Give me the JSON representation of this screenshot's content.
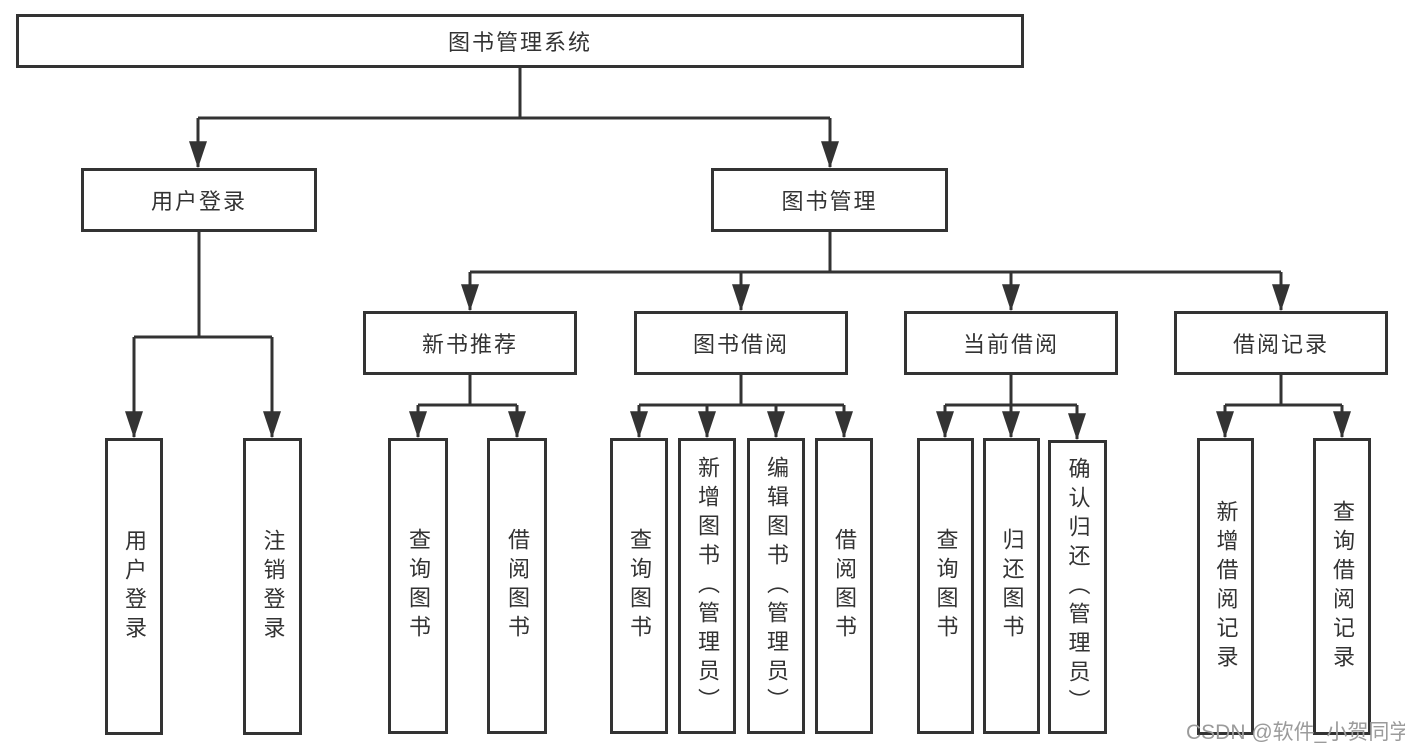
{
  "diagram": {
    "tree": {
      "label": "图书管理系统",
      "children": [
        {
          "label": "用户登录",
          "children": [
            {
              "label": "用户登录"
            },
            {
              "label": "注销登录"
            }
          ]
        },
        {
          "label": "图书管理",
          "children": [
            {
              "label": "新书推荐",
              "children": [
                {
                  "label": "查询图书"
                },
                {
                  "label": "借阅图书"
                }
              ]
            },
            {
              "label": "图书借阅",
              "children": [
                {
                  "label": "查询图书"
                },
                {
                  "label": "新增图书（管理员）"
                },
                {
                  "label": "编辑图书（管理员）"
                },
                {
                  "label": "借阅图书"
                }
              ]
            },
            {
              "label": "当前借阅",
              "children": [
                {
                  "label": "查询图书"
                },
                {
                  "label": "归还图书"
                },
                {
                  "label": "确认归还（管理员）"
                }
              ]
            },
            {
              "label": "借阅记录",
              "children": [
                {
                  "label": "新增借阅记录"
                },
                {
                  "label": "查询借阅记录"
                }
              ]
            }
          ]
        }
      ]
    },
    "colors": {
      "line": "#333333",
      "text": "#333333",
      "box_fill": "#ffffff",
      "background": "#ffffff",
      "watermark": "#9b9b9b"
    }
  },
  "watermark": {
    "text": "CSDN @软件_小贺同学"
  }
}
